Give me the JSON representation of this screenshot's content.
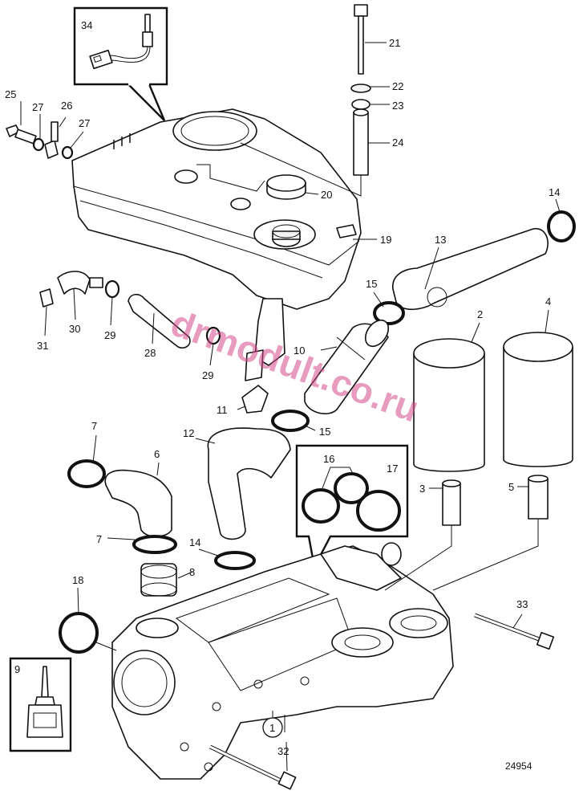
{
  "figure": {
    "figure_number": "24954",
    "watermark": "drmodult.co.ru"
  },
  "callouts": {
    "c1": "1",
    "c2": "2",
    "c3": "3",
    "c4": "4",
    "c5": "5",
    "c6": "6",
    "c7a": "7",
    "c7b": "7",
    "c8": "8",
    "c9": "9",
    "c10": "10",
    "c11": "11",
    "c12": "12",
    "c13": "13",
    "c14a": "14",
    "c14b": "14",
    "c15a": "15",
    "c15b": "15",
    "c16": "16",
    "c17": "17",
    "c18": "18",
    "c19": "19",
    "c20": "20",
    "c21": "21",
    "c22": "22",
    "c23": "23",
    "c24": "24",
    "c25": "25",
    "c26": "26",
    "c27a": "27",
    "c27b": "27",
    "c28": "28",
    "c29a": "29",
    "c29b": "29",
    "c30": "30",
    "c31": "31",
    "c32": "32",
    "c33": "33",
    "c34": "34"
  },
  "colors": {
    "line": "#111111",
    "watermark": "#d24a8c"
  }
}
